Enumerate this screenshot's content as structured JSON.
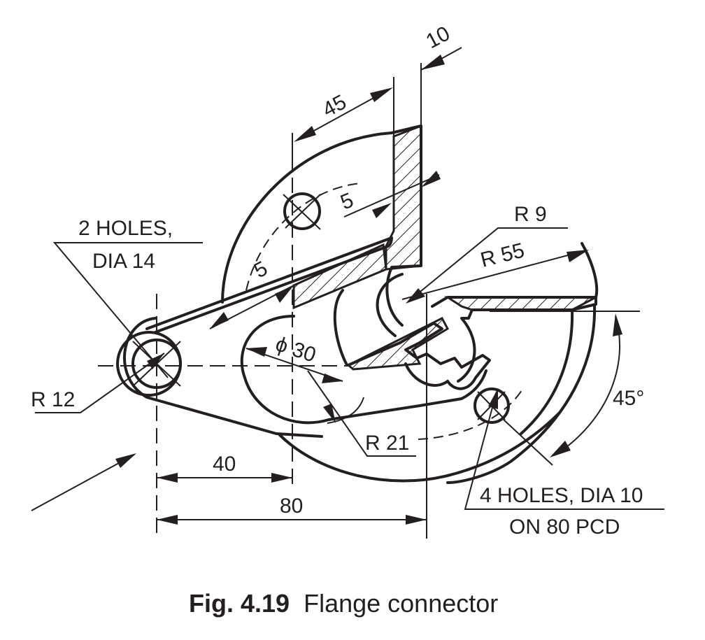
{
  "figure": {
    "caption_number": "Fig. 4.19",
    "caption_text": "Flange connector"
  },
  "labels": {
    "holes_2_line1": "2 HOLES,",
    "holes_2_line2": "DIA 14",
    "holes_4_line1": "4 HOLES, DIA 10",
    "holes_4_line2": "ON 80 PCD",
    "r12": "R 12",
    "r9": "R 9",
    "r55": "R 55",
    "r21": "R 21",
    "dia30": "ϕ 30",
    "angle45": "45°",
    "dim10": "10",
    "dim45": "45",
    "dim5_top": "5",
    "dim5_left": "5",
    "dim40": "40",
    "dim80": "80"
  },
  "colors": {
    "ink": "#231f20",
    "paper": "#ffffff"
  }
}
